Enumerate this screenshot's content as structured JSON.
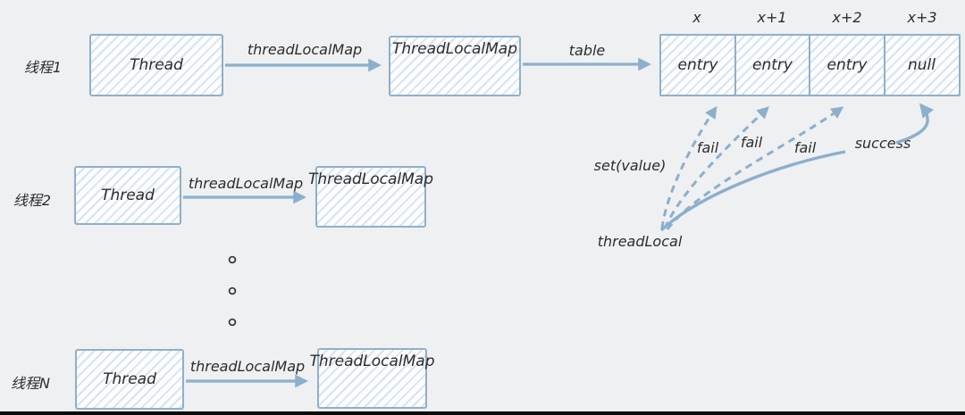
{
  "rows": [
    {
      "thread_cn": "线程1",
      "thread_box": "Thread",
      "pointer_label": "threadLocalMap",
      "map_box": "ThreadLocalMap"
    },
    {
      "thread_cn": "线程2",
      "thread_box": "Thread",
      "pointer_label": "threadLocalMap",
      "map_box": "ThreadLocalMap"
    },
    {
      "thread_cn": "线程N",
      "thread_box": "Thread",
      "pointer_label": "threadLocalMap",
      "map_box": "ThreadLocalMap"
    }
  ],
  "table": {
    "arrow_label": "table",
    "indices": [
      "x",
      "x+1",
      "x+2",
      "x+3"
    ],
    "cells": [
      "entry",
      "entry",
      "entry",
      "null"
    ]
  },
  "annotations": {
    "set_value": "set(value)",
    "fail_labels": [
      "fail",
      "fail",
      "fail"
    ],
    "success": "success",
    "thread_local": "threadLocal"
  },
  "colors": {
    "background": "#eef0f2",
    "box_border": "#8fb0ca",
    "hatch": "#d8e3ee",
    "arrow": "#8cafcb",
    "text": "#2d2d2d",
    "bottom_bar": "#0a0a0a"
  }
}
